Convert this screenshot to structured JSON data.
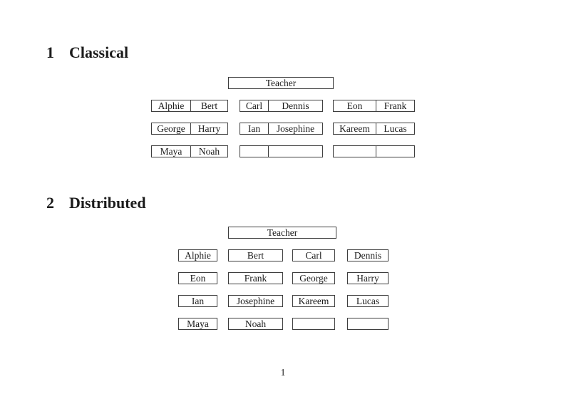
{
  "page": {
    "background": "#ffffff",
    "text_color": "#1b1b1b",
    "border_color": "#3e3e3e",
    "page_number": "1"
  },
  "sections": [
    {
      "number": "1",
      "title": "Classical",
      "teacher_label": "Teacher",
      "desk_groups": [
        {
          "rows": [
            [
              "Alphie",
              "Bert"
            ],
            [
              "George",
              "Harry"
            ],
            [
              "Maya",
              "Noah"
            ]
          ]
        },
        {
          "rows": [
            [
              "Carl",
              "Dennis"
            ],
            [
              "Ian",
              "Josephine"
            ],
            [
              "",
              ""
            ]
          ]
        },
        {
          "rows": [
            [
              "Eon",
              "Frank"
            ],
            [
              "Kareem",
              "Lucas"
            ],
            [
              "",
              ""
            ]
          ]
        }
      ]
    },
    {
      "number": "2",
      "title": "Distributed",
      "teacher_label": "Teacher",
      "desk_rows": [
        [
          "Alphie",
          "Bert",
          "Carl",
          "Dennis"
        ],
        [
          "Eon",
          "Frank",
          "George",
          "Harry"
        ],
        [
          "Ian",
          "Josephine",
          "Kareem",
          "Lucas"
        ],
        [
          "Maya",
          "Noah",
          "",
          ""
        ]
      ]
    }
  ]
}
